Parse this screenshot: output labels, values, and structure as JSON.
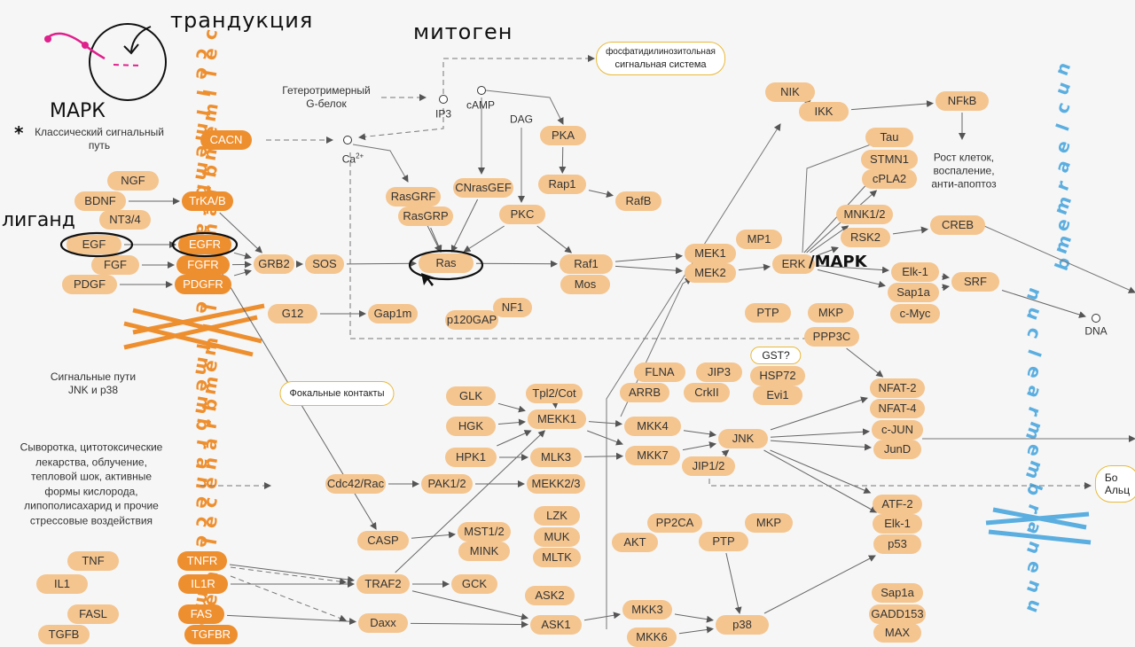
{
  "handwritten": {
    "transduction": "трандукция",
    "mitogen": "митоген",
    "mapk": "МАРК",
    "ligand": "лиганд",
    "erk_mapk": "/MAPK",
    "star": "*"
  },
  "tags": {
    "phosphatidyl": [
      "фосфатидилинозитольная",
      "сигнальная система"
    ],
    "focal": "Фокальные контакты",
    "gst": "GST?",
    "right_cut": [
      "Бо",
      "Альц"
    ]
  },
  "labels": {
    "hetero": [
      "Гетеротримерный",
      "G-белок"
    ],
    "classic": [
      "Классический сигнальный",
      "путь"
    ],
    "jnk_p38": [
      "Сигнальные пути",
      "JNK и p38"
    ],
    "stress": [
      "Сыворотка, цитотоксические",
      "лекарства, облучение,",
      "тепловой шок, активные",
      "формы кислорода,",
      "липополисахарид и прочие",
      "стрессовые воздействия"
    ],
    "growth": [
      "Рост клеток,",
      "воспаление,",
      "анти-апоптоз"
    ],
    "ip3": "IP3",
    "camp": "cAMP",
    "dag": "DAG",
    "ca": "Ca",
    "ca_sup": "2+",
    "dna": "DNA"
  },
  "membrane_words": {
    "cell": "cellmembrane",
    "nuclear": "nuclearmembrane"
  },
  "nodes": {
    "cacn": "CACN",
    "ngf": "NGF",
    "bdnf": "BDNF",
    "trka": "TrKA/B",
    "nt34": "NT3/4",
    "egf": "EGF",
    "egfr": "EGFR",
    "fgf": "FGF",
    "fgfr": "FGFR",
    "pdgf": "PDGF",
    "pdgfr": "PDGFR",
    "grb2": "GRB2",
    "sos": "SOS",
    "ras": "Ras",
    "g12": "G12",
    "gap1m": "Gap1m",
    "p120gap": "p120GAP",
    "nf1": "NF1",
    "rasgrf": "RasGRF",
    "rasgrp": "RasGRP",
    "cnrasgef": "CNrasGEF",
    "pkc": "PKC",
    "pka": "PKA",
    "rap1": "Rap1",
    "rafb": "RafB",
    "raf1": "Raf1",
    "mos": "Mos",
    "mek1": "MEK1",
    "mek2": "MEK2",
    "mp1": "MP1",
    "erk": "ERK",
    "ptp1": "PTP",
    "mkp1": "MKP",
    "ppp3c": "PPP3C",
    "nik": "NIK",
    "ikk": "IKK",
    "nfkb": "NFkB",
    "tau": "Tau",
    "stmn1": "STMN1",
    "cpla2": "cPLA2",
    "mnk12": "MNK1/2",
    "rsk2": "RSK2",
    "creb": "CREB",
    "elk1a": "Elk-1",
    "sap1a": "Sap1a",
    "cmyc": "c-Myc",
    "srf": "SRF",
    "flna": "FLNA",
    "jip3": "JIP3",
    "arrb": "ARRB",
    "crkii": "CrkII",
    "hsp72": "HSP72",
    "evi1": "Evi1",
    "nfat2": "NFAT-2",
    "nfat4": "NFAT-4",
    "cjun": "c-JUN",
    "jund": "JunD",
    "glk": "GLK",
    "tpl2": "Tpl2/Cot",
    "mekk1": "MEKK1",
    "hgk": "HGK",
    "mkk4": "MKK4",
    "jnk": "JNK",
    "hpk1": "HPK1",
    "mlk3": "MLK3",
    "mkk7": "MKK7",
    "jip12": "JIP1/2",
    "cdc42": "Cdc42/Rac",
    "pak12": "PAK1/2",
    "mekk23": "MEKK2/3",
    "lzk": "LZK",
    "muk": "MUK",
    "mltk": "MLTK",
    "pp2ca": "PP2CA",
    "akt": "AKT",
    "ptp2": "PTP",
    "mkp2": "MKP",
    "atf2": "ATF-2",
    "elk1b": "Elk-1",
    "p53": "p53",
    "casp": "CASP",
    "mst12": "MST1/2",
    "mink": "MINK",
    "tnf": "TNF",
    "tnfr": "TNFR",
    "il1": "IL1",
    "il1r": "IL1R",
    "traf2": "TRAF2",
    "gck": "GCK",
    "ask2": "ASK2",
    "fasl": "FASL",
    "fas": "FAS",
    "daxx": "Daxx",
    "ask1": "ASK1",
    "mkk3": "MKK3",
    "p38": "p38",
    "sap1a2": "Sap1a",
    "gadd153": "GADD153",
    "max": "MAX",
    "tgfb": "TGFB",
    "tgfbr": "TGFBR",
    "mkk6": "MKK6"
  },
  "colors": {
    "node": "#f4c58f",
    "receptor": "#ee8f2f",
    "cell_membrane": "#ee8f2f",
    "nuclear_membrane": "#5aaee0",
    "tag_border": "#e8b93a",
    "highlight": "#111111",
    "magenta": "#e0208c"
  }
}
